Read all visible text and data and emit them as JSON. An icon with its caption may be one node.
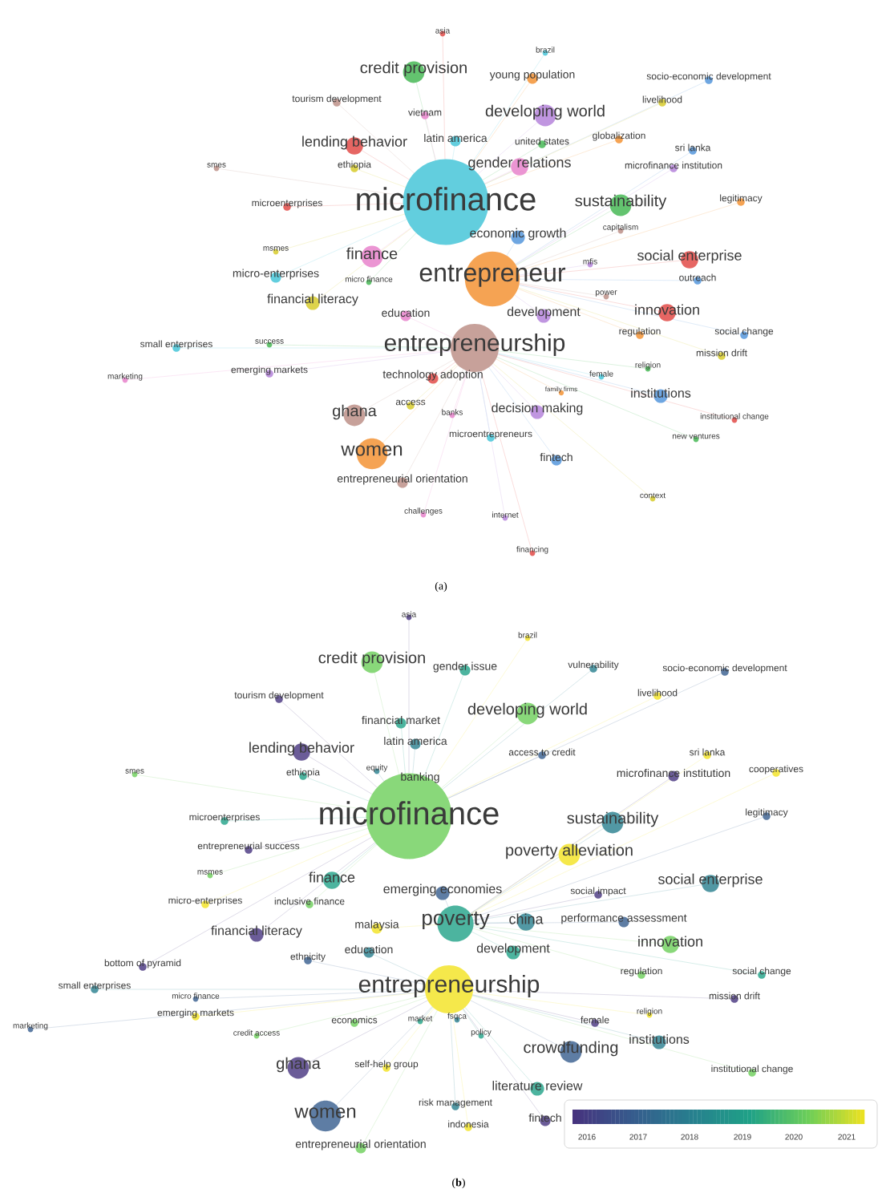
{
  "diagram": {
    "labels": [
      "asia",
      "brazil",
      "credit provision",
      "young population",
      "socio-economic development",
      "tourism development",
      "livelihood",
      "vietnam",
      "developing world",
      "lending behavior",
      "latin america",
      "united states",
      "globalization",
      "sri lanka",
      "smes",
      "ethiopia",
      "gender relations",
      "microfinance institution",
      "microenterprises",
      "microfinance",
      "sustainability",
      "legitimacy",
      "economic growth",
      "capitalism",
      "msmes",
      "finance",
      "mfis",
      "social enterprise",
      "micro-enterprises",
      "micro finance",
      "entrepreneur",
      "outreach",
      "power",
      "financial literacy",
      "education",
      "development",
      "innovation",
      "small enterprises",
      "success",
      "regulation",
      "social change",
      "entrepreneurship",
      "mission drift",
      "marketing",
      "emerging markets",
      "technology adoption",
      "female",
      "religion",
      "family firms",
      "institutions",
      "ghana",
      "access",
      "banks",
      "decision making",
      "institutional change",
      "microentrepreneurs",
      "new ventures",
      "women",
      "fintech",
      "entrepreneurial orientation",
      "context",
      "challenges",
      "internet",
      "financing",
      "(a)",
      "asia",
      "brazil",
      "credit provision",
      "gender issue",
      "vulnerability",
      "socio-economic development",
      "tourism development",
      "livelihood",
      "developing world",
      "financial market",
      "latin america",
      "access to credit",
      "lending behavior",
      "sri lanka",
      "smes",
      "ethiopia",
      "equity",
      "banking",
      "microfinance institution",
      "cooperatives",
      "microfinance",
      "microenterprises",
      "sustainability",
      "legitimacy",
      "entrepreneurial success",
      "poverty alleviation",
      "msmes",
      "finance",
      "social enterprise",
      "emerging economies",
      "social impact",
      "micro-enterprises",
      "inclusive finance",
      "poverty",
      "china",
      "performance assessment",
      "financial literacy",
      "malaysia",
      "innovation",
      "development",
      "education",
      "ethnicity",
      "bottom of pyramid",
      "entrepreneurship",
      "regulation",
      "social change",
      "small enterprises",
      "micro finance",
      "mission drift",
      "emerging markets",
      "economics",
      "market",
      "fsqca",
      "marketing",
      "female",
      "religion",
      "credit access",
      "policy",
      "institutions",
      "crowdfunding",
      "ghana",
      "self-help group",
      "institutional change",
      "literature review",
      "risk management",
      "women",
      "fintech",
      "indonesia",
      "2016",
      "2017",
      "2018",
      "2019",
      "2020",
      "2021",
      "entrepreneurial orientation",
      "(**b**)"
    ]
  }
}
